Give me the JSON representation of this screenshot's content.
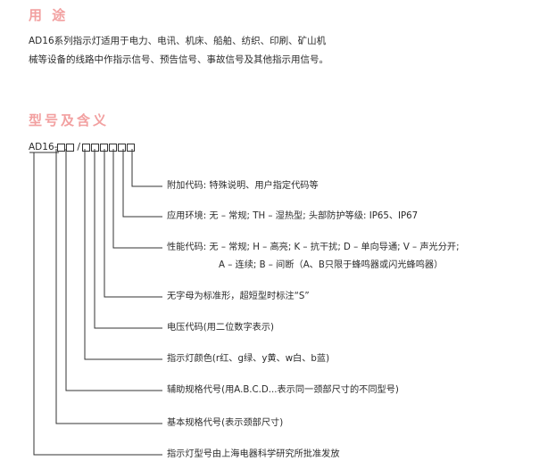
{
  "usage": {
    "title": "用 途",
    "lines": [
      "AD16系列指示灯适用于电力、电讯、机床、船舶、纺织、印刷、矿山机",
      "械等设备的线路中作指示信号、预告信号、事故信号及其他指示用信号。"
    ]
  },
  "model": {
    "title": "型号及含义",
    "prefix": "AD16-",
    "separator": "/",
    "descriptions": [
      {
        "line1": "附加代码:  特殊说明、用户指定代码等"
      },
      {
        "line1": "应用环境:  无 – 常规;  TH – 湿热型;  头部防护等级: IP65、IP67"
      },
      {
        "line1": "性能代码:  无 – 常规;  H – 高亮;  K – 抗干扰;  D – 单向导通;  V – 声光分开;",
        "line2": "A – 连续;  B – 间断（A、B只限于蜂鸣器或闪光蜂鸣器）"
      },
      {
        "line1": "无字母为标准形，超短型时标注“S”"
      },
      {
        "line1": "电压代码(用二位数字表示)"
      },
      {
        "line1": "指示灯颜色(r红、g绿、y黄、w白、b蓝)"
      },
      {
        "line1": "辅助规格代号(用A.B.C.D...表示同一颈部尺寸的不同型号)"
      },
      {
        "line1": "基本规格代号(表示颈部尺寸)"
      },
      {
        "line1": "指示灯型号由上海电器科学研究所批准发放"
      }
    ]
  },
  "colors": {
    "heading": "#f2a0a0",
    "text": "#2b2b2b",
    "line": "#333333"
  }
}
